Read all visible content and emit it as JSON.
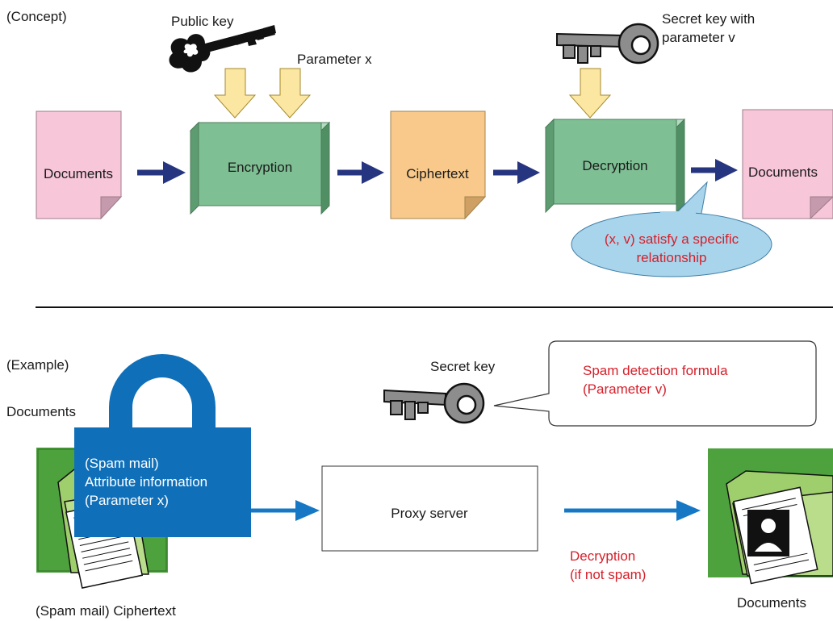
{
  "concept": {
    "section_label": "(Concept)",
    "public_key_label": "Public key",
    "parameter_x_label": "Parameter x",
    "secret_key_label": [
      "Secret key with",
      "parameter v"
    ],
    "documents_in_label": "Documents",
    "encryption_label": "Encryption",
    "ciphertext_label": "Ciphertext",
    "decryption_label": "Decryption",
    "documents_out_label": "Documents",
    "relationship_note": [
      "(x, v) satisfy a specific",
      "relationship"
    ]
  },
  "example": {
    "section_label": "(Example)",
    "documents_label": "Documents",
    "lock_text": [
      "(Spam mail)",
      "Attribute information",
      "(Parameter x)"
    ],
    "secret_key_label": "Secret key",
    "spam_formula": [
      "Spam detection formula",
      "(Parameter v)"
    ],
    "proxy_server_label": "Proxy server",
    "decryption_note": [
      "Decryption",
      "(if not spam)"
    ],
    "ciphertext_caption": "(Spam mail) Ciphertext",
    "documents_out_label": "Documents"
  },
  "colors": {
    "document_pink": "#f7c6d9",
    "ciphertext_orange": "#f8c98a",
    "process_green": "#7fbf94",
    "input_arrow_yellow": "#fbe6a2",
    "flow_arrow_navy": "#26357f",
    "lock_blue": "#0f6fb8",
    "example_arrow_blue": "#1678c4",
    "note_red": "#d6202a",
    "relationship_bubble": "#a8d4ec",
    "folder_green": "#4ea23e"
  },
  "icons": [
    "black-key-icon",
    "grey-key-icon",
    "padlock-icon",
    "folder-documents-icon"
  ]
}
